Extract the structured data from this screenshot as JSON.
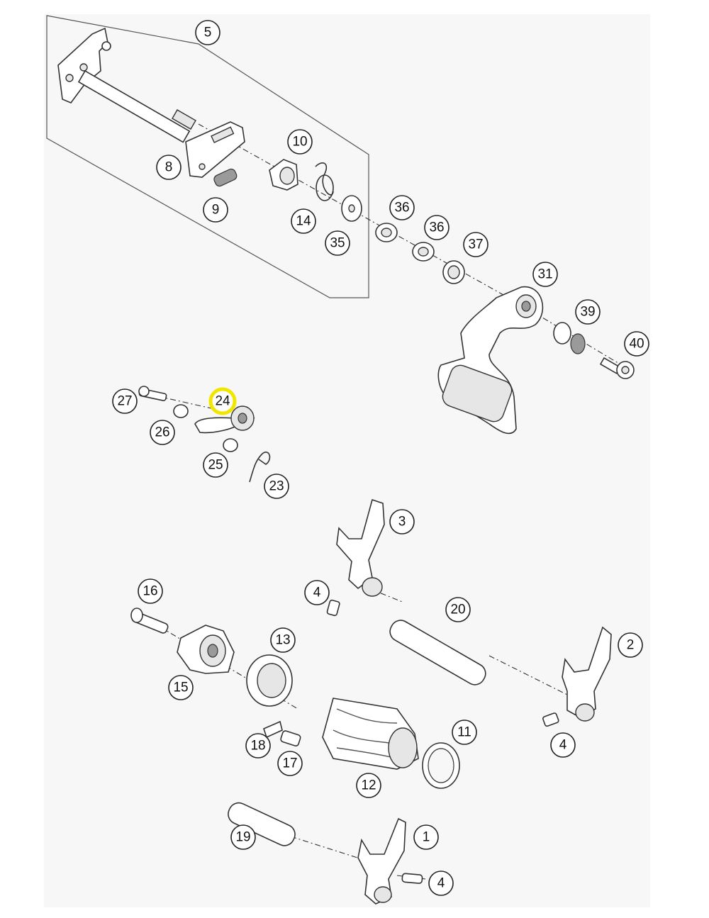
{
  "diagram": {
    "highlight_color": "#f2e600",
    "callouts": [
      {
        "id": "c1",
        "label": "1",
        "highlighted": false
      },
      {
        "id": "c2",
        "label": "2",
        "highlighted": false
      },
      {
        "id": "c3",
        "label": "3",
        "highlighted": false
      },
      {
        "id": "c4a",
        "label": "4",
        "highlighted": false
      },
      {
        "id": "c4b",
        "label": "4",
        "highlighted": false
      },
      {
        "id": "c4c",
        "label": "4",
        "highlighted": false
      },
      {
        "id": "c5",
        "label": "5",
        "highlighted": false
      },
      {
        "id": "c8",
        "label": "8",
        "highlighted": false
      },
      {
        "id": "c9",
        "label": "9",
        "highlighted": false
      },
      {
        "id": "c10",
        "label": "10",
        "highlighted": false
      },
      {
        "id": "c11",
        "label": "11",
        "highlighted": false
      },
      {
        "id": "c12",
        "label": "12",
        "highlighted": false
      },
      {
        "id": "c13",
        "label": "13",
        "highlighted": false
      },
      {
        "id": "c14",
        "label": "14",
        "highlighted": false
      },
      {
        "id": "c15",
        "label": "15",
        "highlighted": false
      },
      {
        "id": "c16",
        "label": "16",
        "highlighted": false
      },
      {
        "id": "c17",
        "label": "17",
        "highlighted": false
      },
      {
        "id": "c18",
        "label": "18",
        "highlighted": false
      },
      {
        "id": "c19",
        "label": "19",
        "highlighted": false
      },
      {
        "id": "c20",
        "label": "20",
        "highlighted": false
      },
      {
        "id": "c23",
        "label": "23",
        "highlighted": false
      },
      {
        "id": "c24",
        "label": "24",
        "highlighted": true
      },
      {
        "id": "c25",
        "label": "25",
        "highlighted": false
      },
      {
        "id": "c26",
        "label": "26",
        "highlighted": false
      },
      {
        "id": "c27",
        "label": "27",
        "highlighted": false
      },
      {
        "id": "c31",
        "label": "31",
        "highlighted": false
      },
      {
        "id": "c35",
        "label": "35",
        "highlighted": false
      },
      {
        "id": "c36a",
        "label": "36",
        "highlighted": false
      },
      {
        "id": "c36b",
        "label": "36",
        "highlighted": false
      },
      {
        "id": "c37",
        "label": "37",
        "highlighted": false
      },
      {
        "id": "c39",
        "label": "39",
        "highlighted": false
      },
      {
        "id": "c40",
        "label": "40",
        "highlighted": false
      }
    ]
  }
}
